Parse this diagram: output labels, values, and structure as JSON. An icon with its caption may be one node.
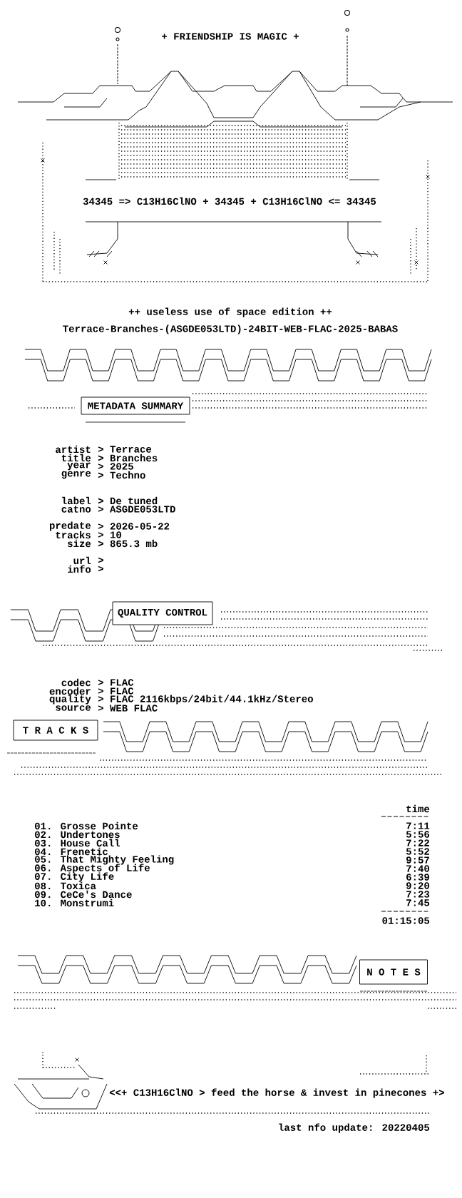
{
  "diagram": {
    "nodes": [
      {
        "text": [
          "METADATA SUMMARY"
        ]
      },
      {
        "text": [
          "QUALITY CONTROL"
        ]
      },
      {
        "text": [
          "T R A C K S"
        ]
      },
      {
        "text": [
          "N O T E S"
        ]
      }
    ],
    "labels": [
      "+ FRIENDSHIP IS MAGIC +",
      "34345 => C13H16ClNO + 34345 + C13H16ClNO <= 34345",
      "++ useless use of space edition ++",
      "Terrace-Branches-(ASGDE053LTD)-24BIT-WEB-FLAC-2025-BABAS",
      "artist",
      "> Terrace",
      "title",
      "> Branches",
      "year",
      "> 2025",
      "genre",
      "> Techno",
      "label",
      "> De tuned",
      "catno",
      "> ASGDE053LTD",
      "predate",
      "> 2026-05-22",
      "tracks",
      "> 10",
      "size",
      "> 865.3 mb",
      "url",
      ">",
      "info",
      ">",
      "codec",
      "> FLAC",
      "encoder",
      "> FLAC",
      "quality",
      "> FLAC 2116kbps/24bit/44.1kHz/Stereo",
      "source",
      "> WEB FLAC",
      "time",
      "01. Grosse Pointe",
      "7:11",
      "02. Undertones",
      "5:56",
      "03. House Call",
      "7:22",
      "04. Frenetic",
      "5:52",
      "05. That Mighty Feeling",
      "9:57",
      "06. Aspects of Life",
      "7:40",
      "07. City Life",
      "6:39",
      "08. Toxica",
      "9:20",
      "09. CeCe's Dance",
      "7:23",
      "10. Monstrumi",
      "7:45",
      "01:15:05",
      "<<+ C13H16ClNO > feed the horse & invest in pinecones +>",
      "last nfo update: 20220405"
    ]
  }
}
